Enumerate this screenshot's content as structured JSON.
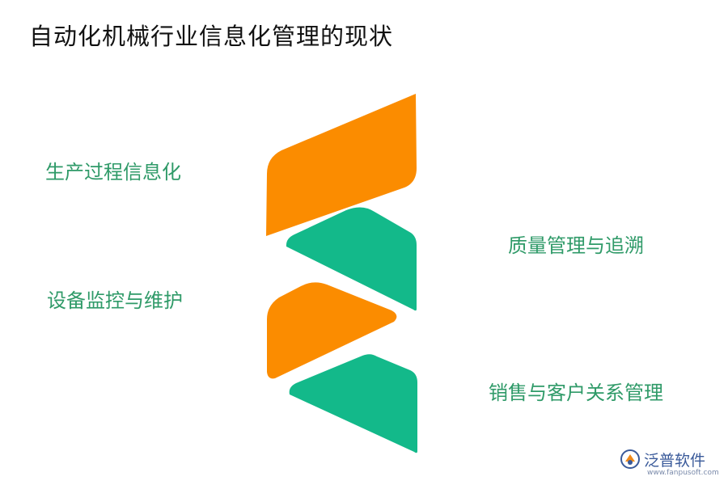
{
  "title": "自动化机械行业信息化管理的现状",
  "items": {
    "left_1": "生产过程信息化",
    "left_2": "设备监控与维护",
    "right_1": "质量管理与追溯",
    "right_2": "销售与客户关系管理"
  },
  "colors": {
    "orange": "#fb8c00",
    "green": "#13b98a",
    "label_green": "#2f9a68"
  },
  "logo": {
    "name": "泛普软件",
    "url": "www.fanpusoft.com"
  }
}
